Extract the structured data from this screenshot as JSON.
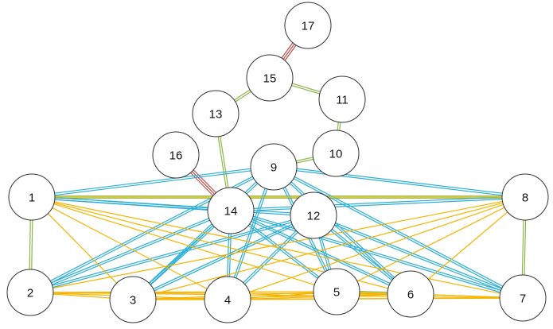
{
  "colors": {
    "blue": "#2aaed8",
    "orange": "#f5b400",
    "green": "#8cb84a",
    "red": "#c0504d"
  },
  "nodes": [
    {
      "id": "1",
      "label": "1"
    },
    {
      "id": "2",
      "label": "2"
    },
    {
      "id": "3",
      "label": "3"
    },
    {
      "id": "4",
      "label": "4"
    },
    {
      "id": "5",
      "label": "5"
    },
    {
      "id": "6",
      "label": "6"
    },
    {
      "id": "7",
      "label": "7"
    },
    {
      "id": "8",
      "label": "8"
    },
    {
      "id": "9",
      "label": "9"
    },
    {
      "id": "10",
      "label": "10"
    },
    {
      "id": "11",
      "label": "11"
    },
    {
      "id": "12",
      "label": "12"
    },
    {
      "id": "13",
      "label": "13"
    },
    {
      "id": "14",
      "label": "14"
    },
    {
      "id": "15",
      "label": "15"
    },
    {
      "id": "16",
      "label": "16"
    },
    {
      "id": "17",
      "label": "17"
    }
  ],
  "edges": [
    {
      "from": "17",
      "to": "15",
      "color": "red",
      "count": 3
    },
    {
      "from": "16",
      "to": "14",
      "color": "red",
      "count": 3
    },
    {
      "from": "15",
      "to": "13",
      "color": "green",
      "count": 2
    },
    {
      "from": "15",
      "to": "11",
      "color": "green",
      "count": 2
    },
    {
      "from": "11",
      "to": "10",
      "color": "green",
      "count": 2
    },
    {
      "from": "10",
      "to": "9",
      "color": "green",
      "count": 2
    },
    {
      "from": "13",
      "to": "14",
      "color": "green",
      "count": 2
    },
    {
      "from": "1",
      "to": "2",
      "color": "green",
      "count": 2
    },
    {
      "from": "8",
      "to": "7",
      "color": "green",
      "count": 2
    },
    {
      "from": "1",
      "to": "8",
      "color": "green",
      "count": 2
    },
    {
      "from": "5",
      "to": "6",
      "color": "green",
      "count": 2
    },
    {
      "from": "1",
      "to": "9",
      "color": "blue",
      "count": 2
    },
    {
      "from": "1",
      "to": "14",
      "color": "blue",
      "count": 2
    },
    {
      "from": "1",
      "to": "12",
      "color": "blue",
      "count": 2
    },
    {
      "from": "2",
      "to": "9",
      "color": "blue",
      "count": 2
    },
    {
      "from": "2",
      "to": "14",
      "color": "blue",
      "count": 2
    },
    {
      "from": "2",
      "to": "12",
      "color": "blue",
      "count": 2
    },
    {
      "from": "3",
      "to": "9",
      "color": "blue",
      "count": 2
    },
    {
      "from": "3",
      "to": "14",
      "color": "blue",
      "count": 2
    },
    {
      "from": "3",
      "to": "12",
      "color": "blue",
      "count": 2
    },
    {
      "from": "4",
      "to": "9",
      "color": "blue",
      "count": 2
    },
    {
      "from": "4",
      "to": "14",
      "color": "blue",
      "count": 2
    },
    {
      "from": "4",
      "to": "12",
      "color": "blue",
      "count": 2
    },
    {
      "from": "5",
      "to": "9",
      "color": "blue",
      "count": 2
    },
    {
      "from": "5",
      "to": "14",
      "color": "blue",
      "count": 2
    },
    {
      "from": "5",
      "to": "12",
      "color": "blue",
      "count": 2
    },
    {
      "from": "6",
      "to": "9",
      "color": "blue",
      "count": 2
    },
    {
      "from": "6",
      "to": "14",
      "color": "blue",
      "count": 2
    },
    {
      "from": "6",
      "to": "12",
      "color": "blue",
      "count": 2
    },
    {
      "from": "7",
      "to": "9",
      "color": "blue",
      "count": 2
    },
    {
      "from": "7",
      "to": "14",
      "color": "blue",
      "count": 2
    },
    {
      "from": "7",
      "to": "12",
      "color": "blue",
      "count": 2
    },
    {
      "from": "8",
      "to": "9",
      "color": "blue",
      "count": 2
    },
    {
      "from": "8",
      "to": "14",
      "color": "blue",
      "count": 2
    },
    {
      "from": "1",
      "to": "8",
      "color": "orange",
      "count": 1
    },
    {
      "from": "1",
      "to": "4",
      "color": "orange",
      "count": 1
    },
    {
      "from": "1",
      "to": "5",
      "color": "orange",
      "count": 1
    },
    {
      "from": "1",
      "to": "6",
      "color": "orange",
      "count": 1
    },
    {
      "from": "1",
      "to": "7",
      "color": "orange",
      "count": 1
    },
    {
      "from": "2",
      "to": "8",
      "color": "orange",
      "count": 1
    },
    {
      "from": "2",
      "to": "4",
      "color": "orange",
      "count": 1
    },
    {
      "from": "2",
      "to": "5",
      "color": "orange",
      "count": 1
    },
    {
      "from": "2",
      "to": "6",
      "color": "orange",
      "count": 1
    },
    {
      "from": "2",
      "to": "7",
      "color": "orange",
      "count": 1
    },
    {
      "from": "3",
      "to": "8",
      "color": "orange",
      "count": 1
    },
    {
      "from": "3",
      "to": "5",
      "color": "orange",
      "count": 1
    },
    {
      "from": "3",
      "to": "6",
      "color": "orange",
      "count": 1
    },
    {
      "from": "3",
      "to": "7",
      "color": "orange",
      "count": 1
    },
    {
      "from": "4",
      "to": "8",
      "color": "orange",
      "count": 1
    },
    {
      "from": "4",
      "to": "6",
      "color": "orange",
      "count": 1
    },
    {
      "from": "4",
      "to": "7",
      "color": "orange",
      "count": 1
    },
    {
      "from": "5",
      "to": "8",
      "color": "orange",
      "count": 1
    },
    {
      "from": "5",
      "to": "7",
      "color": "orange",
      "count": 1
    },
    {
      "from": "6",
      "to": "8",
      "color": "orange",
      "count": 1
    },
    {
      "from": "1",
      "to": "3",
      "color": "orange",
      "count": 1
    },
    {
      "from": "2",
      "to": "3",
      "color": "orange",
      "count": 1
    },
    {
      "from": "3",
      "to": "4",
      "color": "orange",
      "count": 1
    },
    {
      "from": "4",
      "to": "5",
      "color": "orange",
      "count": 1
    },
    {
      "from": "6",
      "to": "7",
      "color": "orange",
      "count": 1
    }
  ]
}
